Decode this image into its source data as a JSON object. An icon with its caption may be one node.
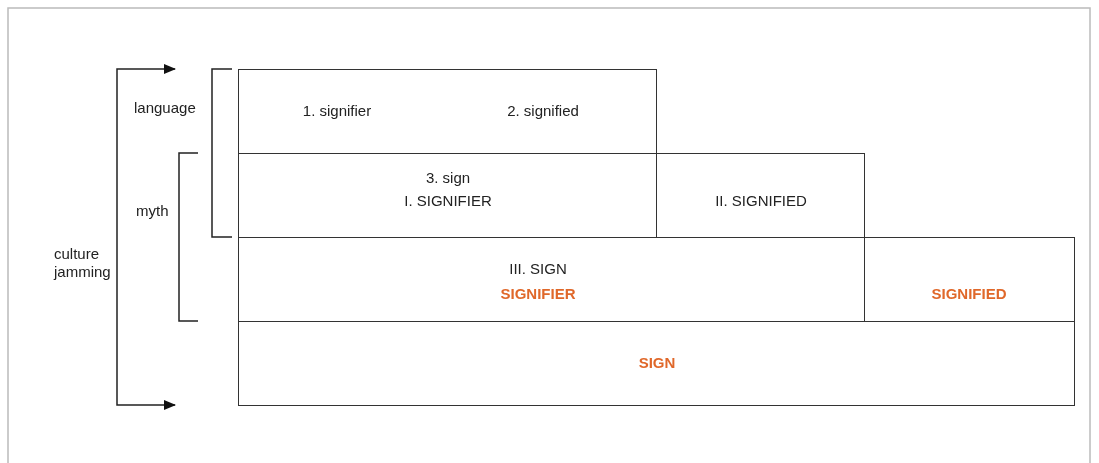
{
  "diagram": {
    "nodes": [
      {
        "text": [
          "1. signifier",
          "2. signified"
        ]
      },
      {
        "text": [
          "3. sign",
          "I. SIGNIFIER"
        ]
      },
      {
        "text": [
          "II. SIGNIFIED"
        ]
      },
      {
        "text": [
          "III. SIGN",
          "SIGNIFIER"
        ]
      },
      {
        "text": [
          "SIGNIFIED"
        ]
      },
      {
        "text": [
          "SIGN"
        ]
      }
    ],
    "labels": [
      "language",
      "myth",
      "culture jamming"
    ]
  }
}
